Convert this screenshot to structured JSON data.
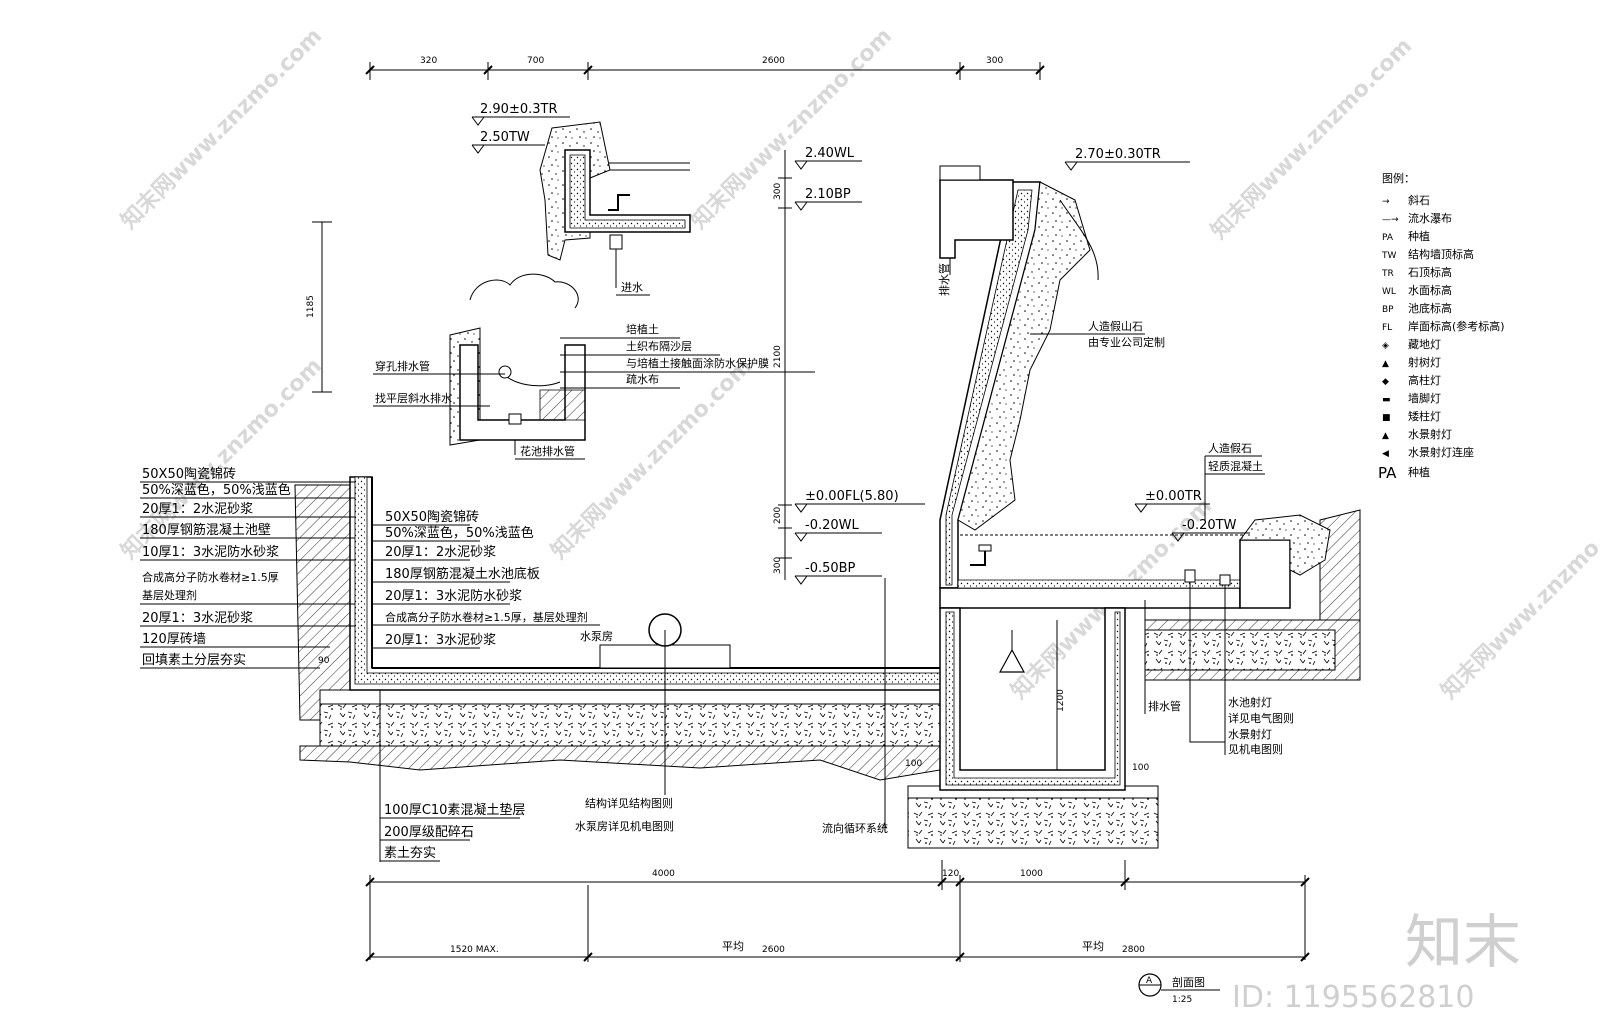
{
  "top_dims": [
    "320",
    "700",
    "2600",
    "300"
  ],
  "bottom_dims": {
    "total_left": "4000",
    "small_120": "120",
    "right_1000": "1000",
    "seg1": "1520 MAX.",
    "seg2_prefix": "平均",
    "seg2": "2600",
    "seg3_prefix": "平均",
    "seg3": "2800"
  },
  "vertical_dims": {
    "d1185": "1185",
    "d300a": "300",
    "d2100": "2100",
    "d200": "200",
    "d300b": "300",
    "d1200": "1200",
    "d90": "90",
    "d100": "100"
  },
  "elevations": {
    "tr_top_left": "2.90±0.3TR",
    "tw_top_left": "2.50TW",
    "wl_top": "2.40WL",
    "bp_top": "2.10BP",
    "tr_top_right": "2.70±0.30TR",
    "fl": "±0.00FL(5.80)",
    "wl_low": "-0.20WL",
    "bp_low": "-0.50BP",
    "tr_low": "±0.00TR",
    "tw_low": "-0.20TW"
  },
  "left_labels": [
    "50X50陶瓷锦砖",
    "50%深蓝色，50%浅蓝色",
    "20厚1：2水泥砂浆",
    "180厚钢筋混凝土池壁",
    "10厚1：3水泥防水砂浆",
    "合成高分子防水卷材≥1.5厚",
    "基层处理剂",
    "20厚1：3水泥砂浆",
    "120厚砖墙",
    "回填素土分层夯实"
  ],
  "inner_labels": [
    "50X50陶瓷锦砖",
    "50%深蓝色，50%浅蓝色",
    "20厚1：2水泥砂浆",
    "180厚钢筋混凝土水池底板",
    "20厚1：3水泥防水砂浆",
    "合成高分子防水卷材≥1.5厚，基层处理剂",
    "20厚1：3水泥砂浆"
  ],
  "planter_labels": {
    "soil": "培植土",
    "geotextile": "土织布隔沙层",
    "waterproof": "与培植土接触面涂防水保护膜",
    "drain_cloth": "疏水布",
    "perforated": "穿孔排水管",
    "slope": "找平层斜水排水",
    "planter_drain": "花池排水管",
    "inlet": "进水"
  },
  "center_labels": {
    "pump_room": "水泵房",
    "structure_note": "结构详见结构图则",
    "pump_note": "水泵房详见机电图则",
    "flow": "流向循环系统",
    "drain_pipe": "排水管",
    "drain_pipe2": "排水管"
  },
  "bottom_left_labels": [
    "100厚C10素混凝土垫层",
    "200厚级配碎石",
    "素土夯实"
  ],
  "right_labels": {
    "rockery": "人造假山石",
    "rockery_note": "由专业公司定制",
    "rock2": "人造假石",
    "light_conc": "轻质混凝土",
    "pool_light": "水池射灯",
    "pool_light_note": "详见电气图则",
    "fountain_light": "水景射灯",
    "fountain_light_note": "见机电图则"
  },
  "legend": {
    "title": "图例：",
    "items": [
      {
        "sym": "→",
        "text": "斜石"
      },
      {
        "sym": "—→",
        "text": "流水瀑布"
      },
      {
        "sym": "PA",
        "text": "种植"
      },
      {
        "sym": "TW",
        "text": "结构墙顶标高"
      },
      {
        "sym": "TR",
        "text": "石顶标高"
      },
      {
        "sym": "WL",
        "text": "水面标高"
      },
      {
        "sym": "BP",
        "text": "池底标高"
      },
      {
        "sym": "FL",
        "text": "岸面标高(参考标高)"
      },
      {
        "sym": "◈",
        "text": "藏地灯"
      },
      {
        "sym": "▲",
        "text": "射树灯"
      },
      {
        "sym": "◆",
        "text": "高柱灯"
      },
      {
        "sym": "▬",
        "text": "墙脚灯"
      },
      {
        "sym": "■",
        "text": "矮柱灯"
      },
      {
        "sym": "▲",
        "text": "水景射灯"
      },
      {
        "sym": "◀",
        "text": "水景射灯连座"
      }
    ],
    "last_sym": "PA",
    "last_text": "种植"
  },
  "title_block": {
    "marker": "A",
    "title": "剖面图",
    "scale": "1:25"
  },
  "watermarks": [
    "知末网www.znzmo.com"
  ],
  "brand": {
    "logo": "知末",
    "id": "ID: 1195562810"
  }
}
